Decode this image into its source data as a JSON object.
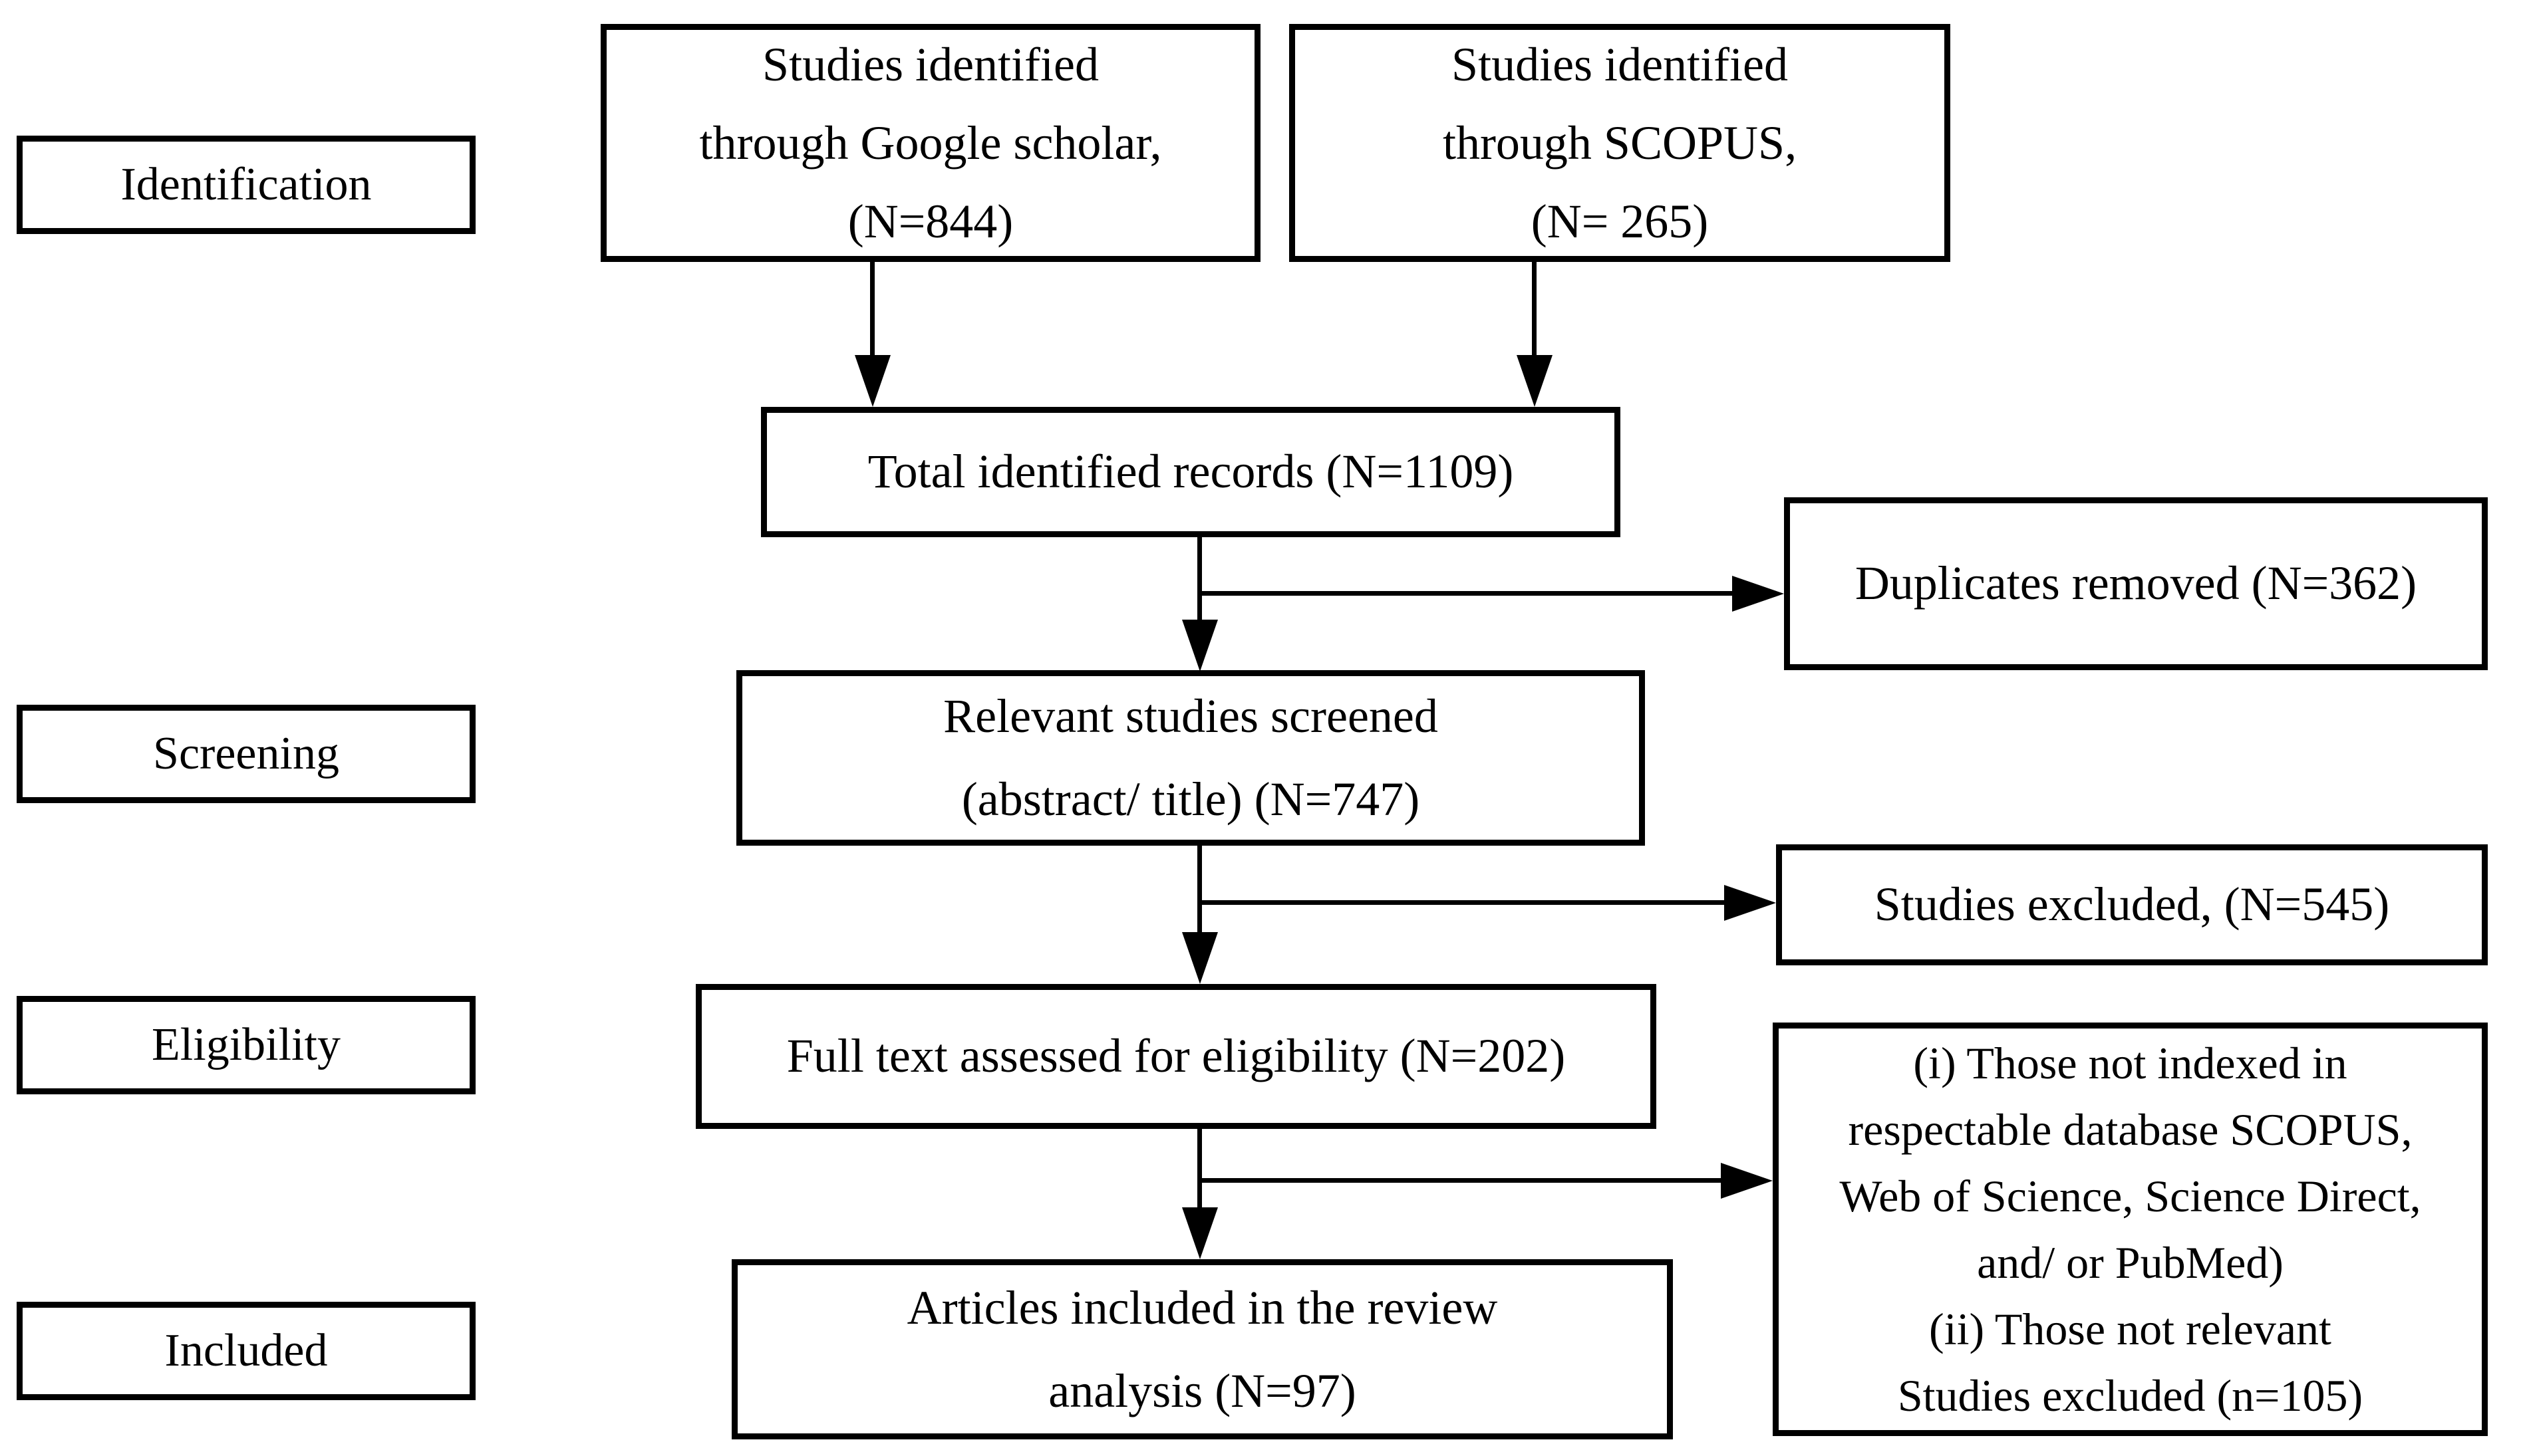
{
  "stages": [
    {
      "id": "identification",
      "label": "Identification"
    },
    {
      "id": "screening",
      "label": "Screening"
    },
    {
      "id": "eligibility",
      "label": "Eligibility"
    },
    {
      "id": "included",
      "label": "Included"
    }
  ],
  "boxes": {
    "google_scholar": {
      "lines": [
        "Studies identified",
        "through Google scholar,",
        "(N=844)"
      ]
    },
    "scopus": {
      "lines": [
        "Studies identified",
        "through SCOPUS,",
        "(N= 265)"
      ]
    },
    "total_records": {
      "text": "Total identified records (N=1109)"
    },
    "duplicates_removed": {
      "text": "Duplicates removed (N=362)"
    },
    "studies_screened": {
      "lines": [
        "Relevant studies screened",
        "(abstract/ title) (N=747)"
      ]
    },
    "studies_excluded": {
      "text": "Studies excluded, (N=545)"
    },
    "full_text_assessed": {
      "text": "Full text assessed for eligibility (N=202)"
    },
    "exclusion_reasons": {
      "lines": [
        "(i) Those not indexed in",
        "respectable database SCOPUS,",
        "Web of Science, Science Direct,",
        "and/ or PubMed)",
        "(ii) Those not relevant",
        "Studies excluded (n=105)"
      ]
    },
    "articles_included": {
      "lines": [
        "Articles included in the review",
        "analysis (N=97)"
      ]
    }
  },
  "colors": {
    "border": "#000000",
    "background": "#ffffff",
    "text": "#000000"
  }
}
